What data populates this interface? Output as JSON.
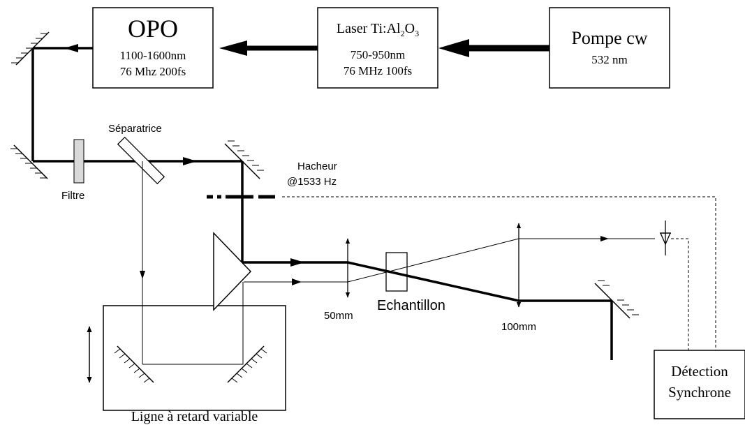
{
  "opo": {
    "title": "OPO",
    "line1": "1100-1600nm",
    "line2": "76 Mhz 200fs"
  },
  "laser": {
    "title_prefix": "Laser Ti:Al",
    "sub1": "2",
    "mid": "O",
    "sub2": "3",
    "line1": "750-950nm",
    "line2": "76 MHz 100fs"
  },
  "pump": {
    "title": "Pompe cw",
    "line1": "532 nm"
  },
  "labels": {
    "separatrice": "Séparatrice",
    "filtre": "Filtre",
    "hacheur_1": "Hacheur",
    "hacheur_2": "@1533 Hz",
    "lens_50": "50mm",
    "echantillon": "Echantillon",
    "lens_100": "100mm",
    "ligne": "Ligne à retard variable"
  },
  "detection": {
    "line1": "Détection",
    "line2": "Synchrone"
  }
}
